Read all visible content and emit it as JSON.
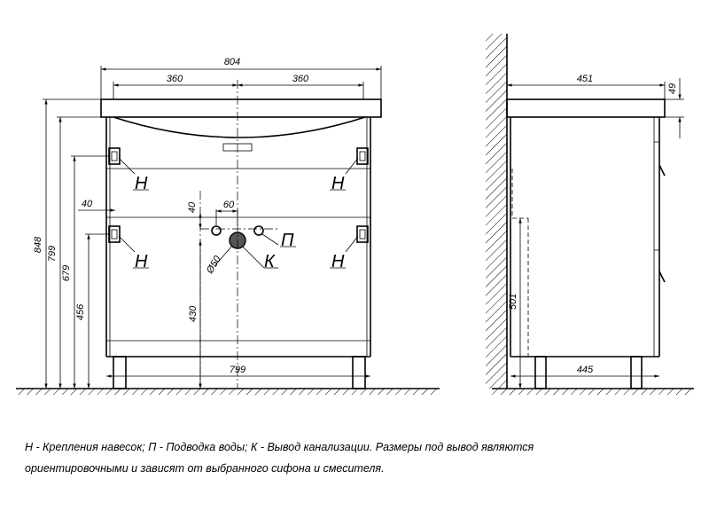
{
  "front": {
    "width_total": "804",
    "width_left": "360",
    "width_right": "360",
    "width_bottom": "799",
    "h_848": "848",
    "h_799": "799",
    "h_679": "679",
    "h_456": "456",
    "h_430": "430",
    "offset_40_horizontal": "40",
    "offset_40_vertical": "40",
    "offset_60": "60",
    "drain_diameter": "Ø50"
  },
  "side": {
    "depth_top": "451",
    "depth_bottom": "445",
    "top_thickness": "49",
    "height_501": "501"
  },
  "labels": {
    "mount": "Н",
    "water": "П",
    "drain": "К"
  },
  "note": {
    "line1": "Н - Крепления навесок; П - Подводка воды; К - Вывод канализации. Размеры под вывод являются",
    "line2": "ориентировочными и зависят от выбранного сифона и смесителя."
  }
}
